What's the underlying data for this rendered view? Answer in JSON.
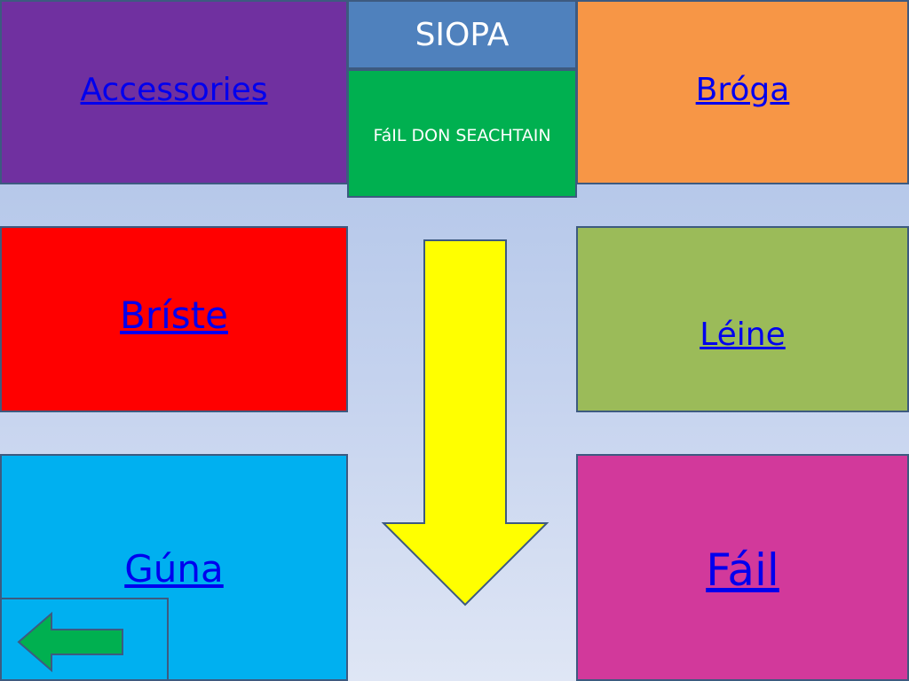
{
  "tiles": {
    "accessories": {
      "label": "Accessories",
      "color": "#7030a0"
    },
    "broga": {
      "label": "Bróga",
      "color": "#f79646"
    },
    "briste": {
      "label": "Bríste",
      "color": "#ff0000"
    },
    "leine": {
      "label": "Léine",
      "color": "#9bbb59"
    },
    "guna": {
      "label": "Gúna",
      "color": "#00b0f0"
    },
    "fail": {
      "label": "Fáil",
      "color": "#d2399b"
    }
  },
  "header": {
    "title": "SIOPA",
    "title_bg": "#4f81bd",
    "subtitle": "FáIL DON SEACHTAIN",
    "subtitle_bg": "#00b050"
  },
  "icons": {
    "down_arrow": "down-arrow-icon",
    "down_arrow_color": "#ffff00",
    "back_arrow": "back-arrow-icon",
    "back_arrow_color": "#00b050"
  }
}
